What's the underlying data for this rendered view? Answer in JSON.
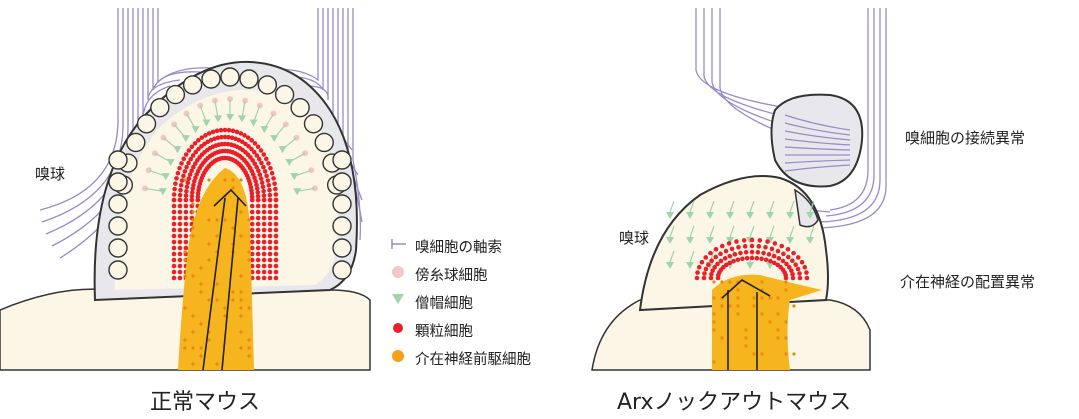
{
  "labels": {
    "olfactory_bulb_left": "嗅球",
    "olfactory_bulb_right": "嗅球",
    "connection_abnormality": "嗅細胞の接続異常",
    "placement_abnormality": "介在神経の配置異常"
  },
  "captions": {
    "normal": "正常マウス",
    "knockout": "Arxノックアウトマウス"
  },
  "legend": [
    {
      "icon": "axon-icon",
      "label": "嗅細胞の軸索",
      "color": "#9a8ac8"
    },
    {
      "icon": "periglomerular-cell-icon",
      "label": "傍糸球細胞",
      "color": "#f4c6c6"
    },
    {
      "icon": "mitral-cell-icon",
      "label": "僧帽細胞",
      "color": "#9fd4ae"
    },
    {
      "icon": "granule-cell-icon",
      "label": "顆粒細胞",
      "color": "#e8202a"
    },
    {
      "icon": "interneuron-precursor-icon",
      "label": "介在神経前駆細胞",
      "color": "#f4a018"
    }
  ],
  "colors": {
    "tissue": "#fbf6e6",
    "glomerular_layer": "#e8e8ec",
    "outline": "#333333",
    "migration_stream": "#f6b51e"
  }
}
